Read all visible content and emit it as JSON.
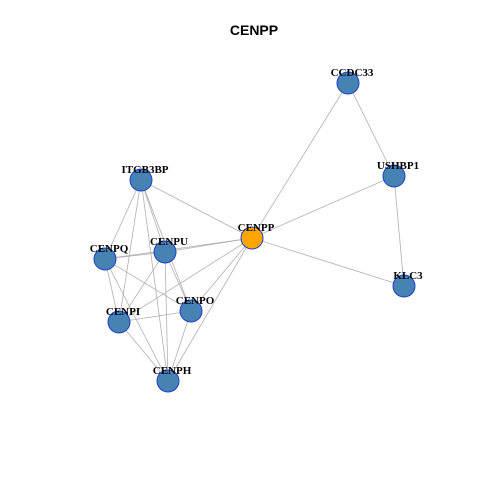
{
  "title": "CENPP",
  "colors": {
    "node_fill": "#4682B4",
    "node_stroke": "#1F3FC8",
    "focus_fill": "#FFA500",
    "edge": "#B0B0B0",
    "label": "#000000",
    "title": "#000000"
  },
  "focus": "CENPP",
  "nodes": [
    {
      "id": "CCDC33",
      "label": "CCDC33"
    },
    {
      "id": "USHBP1",
      "label": "USHBP1"
    },
    {
      "id": "ITGB3BP",
      "label": "ITGB3BP"
    },
    {
      "id": "CENPP",
      "label": "CENPP"
    },
    {
      "id": "CENPQ",
      "label": "CENPQ"
    },
    {
      "id": "CENPU",
      "label": "CENPU"
    },
    {
      "id": "KLC3",
      "label": "KLC3"
    },
    {
      "id": "CENPI",
      "label": "CENPI"
    },
    {
      "id": "CENPO",
      "label": "CENPO"
    },
    {
      "id": "CENPH",
      "label": "CENPH"
    }
  ],
  "edges": [
    [
      "CCDC33",
      "USHBP1"
    ],
    [
      "CCDC33",
      "CENPP"
    ],
    [
      "USHBP1",
      "CENPP"
    ],
    [
      "USHBP1",
      "KLC3"
    ],
    [
      "CENPP",
      "KLC3"
    ],
    [
      "ITGB3BP",
      "CENPP"
    ],
    [
      "ITGB3BP",
      "CENPQ"
    ],
    [
      "ITGB3BP",
      "CENPU"
    ],
    [
      "ITGB3BP",
      "CENPI"
    ],
    [
      "ITGB3BP",
      "CENPO"
    ],
    [
      "ITGB3BP",
      "CENPH"
    ],
    [
      "CENPP",
      "CENPQ"
    ],
    [
      "CENPP",
      "CENPU"
    ],
    [
      "CENPP",
      "CENPI"
    ],
    [
      "CENPP",
      "CENPO"
    ],
    [
      "CENPP",
      "CENPH"
    ],
    [
      "CENPQ",
      "CENPU"
    ],
    [
      "CENPQ",
      "CENPI"
    ],
    [
      "CENPQ",
      "CENPO"
    ],
    [
      "CENPQ",
      "CENPH"
    ],
    [
      "CENPU",
      "CENPI"
    ],
    [
      "CENPU",
      "CENPO"
    ],
    [
      "CENPU",
      "CENPH"
    ],
    [
      "CENPI",
      "CENPO"
    ],
    [
      "CENPI",
      "CENPH"
    ],
    [
      "CENPO",
      "CENPH"
    ]
  ]
}
